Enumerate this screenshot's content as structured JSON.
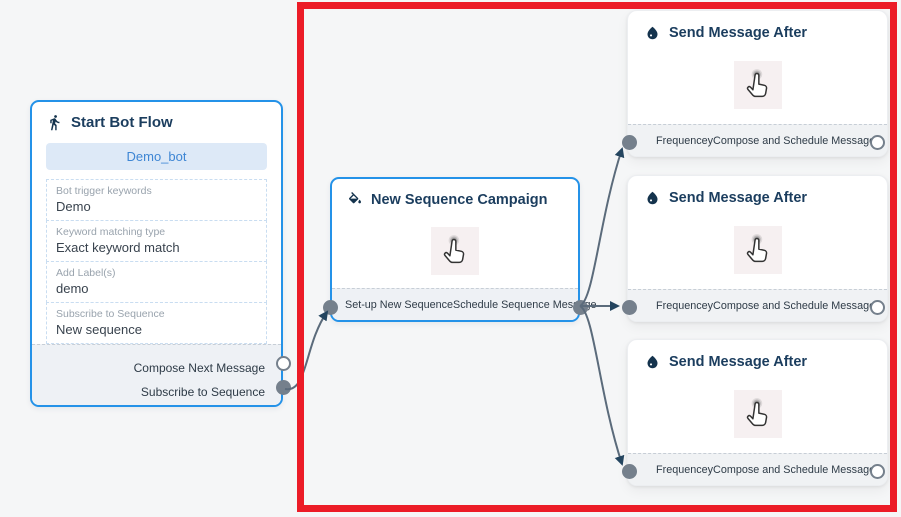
{
  "app": {
    "view": "bot-flow-builder-canvas"
  },
  "colors": {
    "canvas_bg": "#f5f6f7",
    "node_border_blue": "#2492e8",
    "edge": "#5b6b7b",
    "arrowhead": "#24455f",
    "connector_gray": "#75808c",
    "highlight_red": "#ec1c27",
    "header_text": "#1b3d5e",
    "button_bg": "#dde9f7",
    "button_text": "#3e86d4"
  },
  "nodes": {
    "start_bot_flow": {
      "title": "Start Bot Flow",
      "icon": "walking-person-icon",
      "bot_name_button": "Demo_bot",
      "fields": [
        {
          "label": "Bot trigger keywords",
          "value": "Demo"
        },
        {
          "label": "Keyword matching type",
          "value": "Exact keyword match"
        },
        {
          "label": "Add Label(s)",
          "value": "demo"
        },
        {
          "label": "Subscribe to Sequence",
          "value": "New sequence"
        }
      ],
      "outputs": [
        {
          "label": "Compose Next Message",
          "connector": "empty"
        },
        {
          "label": "Subscribe to Sequence",
          "connector": "filled"
        }
      ]
    },
    "new_sequence_campaign": {
      "title": "New Sequence Campaign",
      "icon": "ink-bucket-icon",
      "body_icon": "hand-cursor-icon",
      "outputs": [
        {
          "label": "Set-up New Sequence",
          "connector": "filled"
        },
        {
          "label": "Schedule Sequence Message",
          "connector": "filled"
        }
      ]
    },
    "send_message_after": {
      "title": "Send Message After",
      "icon": "water-drop-icon",
      "body_icon": "hand-cursor-icon",
      "count": 3,
      "input_label": "Frequencey",
      "output_label": "Compose and Schedule Message",
      "output_connector": "empty"
    }
  },
  "edges": [
    {
      "from": "Subscribe to Sequence",
      "to": "Set-up New Sequence"
    },
    {
      "from": "Schedule Sequence Message",
      "to": "Frequencey (top)"
    },
    {
      "from": "Schedule Sequence Message",
      "to": "Frequencey (middle)"
    },
    {
      "from": "Schedule Sequence Message",
      "to": "Frequencey (bottom)"
    }
  ],
  "annotations": {
    "highlight_box": {
      "shape": "rectangle",
      "color": "#ec1c27"
    }
  }
}
